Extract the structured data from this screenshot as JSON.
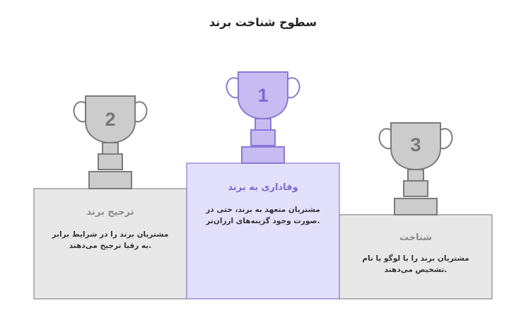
{
  "title": "سطوح شناخت برند",
  "colors": {
    "gray_fill": "#e8e8e8",
    "gray_stroke": "#8a8a8a",
    "trophy_gray_fill": "#cccccc",
    "trophy_gray_stroke": "#7b7b7b",
    "purple_fill": "#e3e0fb",
    "purple_stroke": "#8a7ad6",
    "trophy_purple_fill": "#c6bcf2",
    "purple_title": "#7a6ad0",
    "gray_title": "#8a8a8a"
  },
  "levels": [
    {
      "rank": "2",
      "title": "ترجیح برند",
      "description_line1": "مشتریان برند را در شرایط برابر",
      "description_line2": ".به رقبا ترجیح می‌دهند"
    },
    {
      "rank": "1",
      "title": "وفاداری به برند",
      "description_line1": "مشتریان متعهد به برند، حتی در",
      "description_line2": ".صورت وجود گزینه‌های ارزان‌تر"
    },
    {
      "rank": "3",
      "title": "شناخت",
      "description_line1": "مشتریان برند را با لوگو یا نام",
      "description_line2": ".تشخیص می‌دهند"
    }
  ]
}
